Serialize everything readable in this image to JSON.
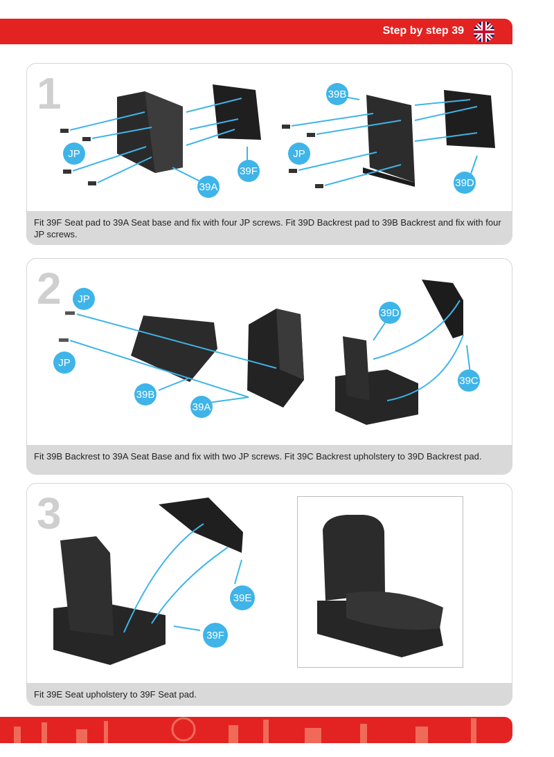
{
  "header": {
    "title": "Step by step 39",
    "flag_icon": "uk-flag-icon"
  },
  "colors": {
    "brand_red": "#e32322",
    "callout_blue": "#3fb4e8",
    "caption_bg": "#d9d9d9"
  },
  "steps": [
    {
      "number": "1",
      "callouts": [
        "39B",
        "JP",
        "39F",
        "39A",
        "JP",
        "39D"
      ],
      "caption": "Fit 39F Seat pad to 39A Seat base and fix with four JP screws. Fit 39D Backrest pad to 39B Backrest and fix with four JP screws."
    },
    {
      "number": "2",
      "callouts": [
        "JP",
        "JP",
        "39B",
        "39A",
        "39D",
        "39C"
      ],
      "caption": "Fit 39B Backrest to 39A Seat Base and fix with two JP screws. Fit 39C Backrest upholstery to 39D Backrest pad."
    },
    {
      "number": "3",
      "callouts": [
        "39E",
        "39F"
      ],
      "caption": "Fit 39E Seat upholstery to 39F Seat pad."
    }
  ]
}
